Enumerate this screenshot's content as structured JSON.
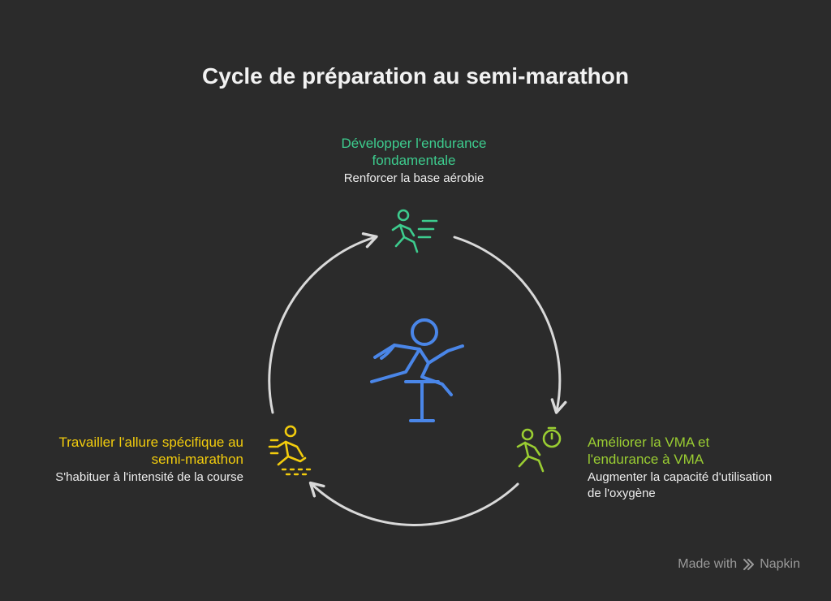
{
  "title": "Cycle de préparation au semi-marathon",
  "steps": [
    {
      "id": "top",
      "title": "Développer l'endurance fondamentale",
      "description": "Renforcer la base aérobie",
      "color": "#3dcc8e",
      "icon": "running-person-speed-icon"
    },
    {
      "id": "right",
      "title": "Améliorer la VMA et l'endurance à VMA",
      "description": "Augmenter la capacité d'utilisation de l'oxygène",
      "color": "#9acd32",
      "icon": "runner-stopwatch-icon"
    },
    {
      "id": "left",
      "title": "Travailler l'allure spécifique au semi-marathon",
      "description": "S'habituer à l'intensité de la course",
      "color": "#f2cc0d",
      "icon": "sprinter-icon"
    }
  ],
  "center_icon": {
    "name": "hurdler-icon",
    "color": "#4a86e8"
  },
  "arrow_color": "#d9d9d9",
  "watermark": {
    "prefix": "Made with",
    "brand": "Napkin"
  }
}
